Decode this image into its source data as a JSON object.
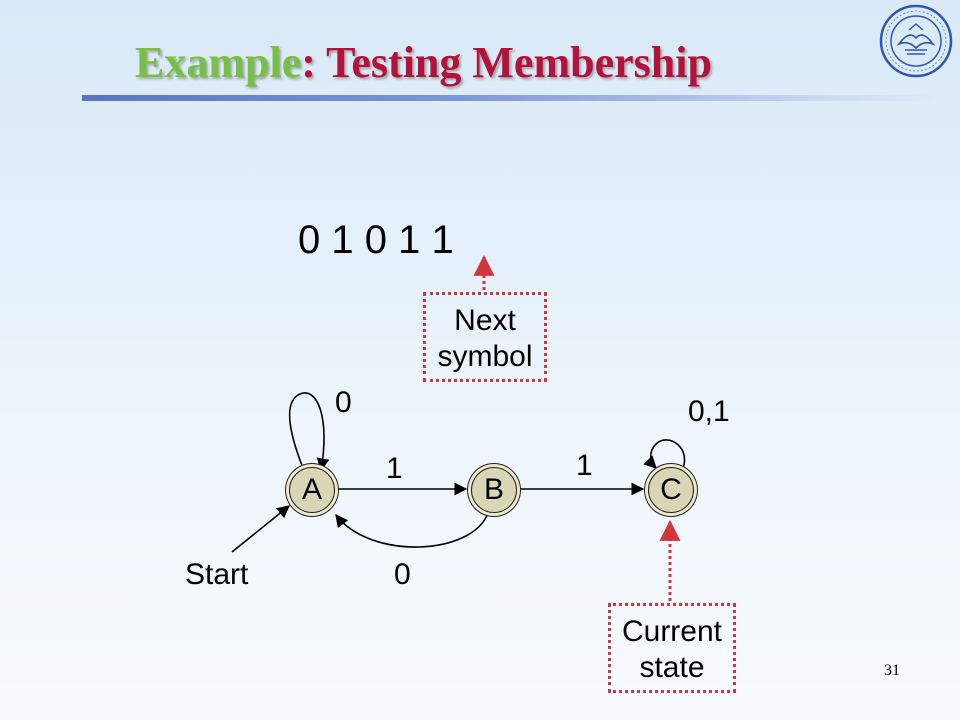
{
  "slide": {
    "title_part1": "Example",
    "title_part2": ": Testing Membership",
    "page_number": "31"
  },
  "input_string": "0 1 0 1 1",
  "callouts": {
    "next_line1": "Next",
    "next_line2": "symbol",
    "current_line1": "Current",
    "current_line2": "state"
  },
  "states": {
    "a": "A",
    "b": "B",
    "c": "C"
  },
  "edge_labels": {
    "a_loop": "0",
    "a_to_b": "1",
    "b_to_a": "0",
    "b_to_c": "1",
    "c_loop": "0,1",
    "start": "Start"
  },
  "colors": {
    "title_green": "#78c043",
    "title_red": "#b3123b",
    "callout_border": "#d4343b",
    "state_fill": "#d9d6b5"
  },
  "icons": {
    "logo": "university-seal-icon"
  }
}
